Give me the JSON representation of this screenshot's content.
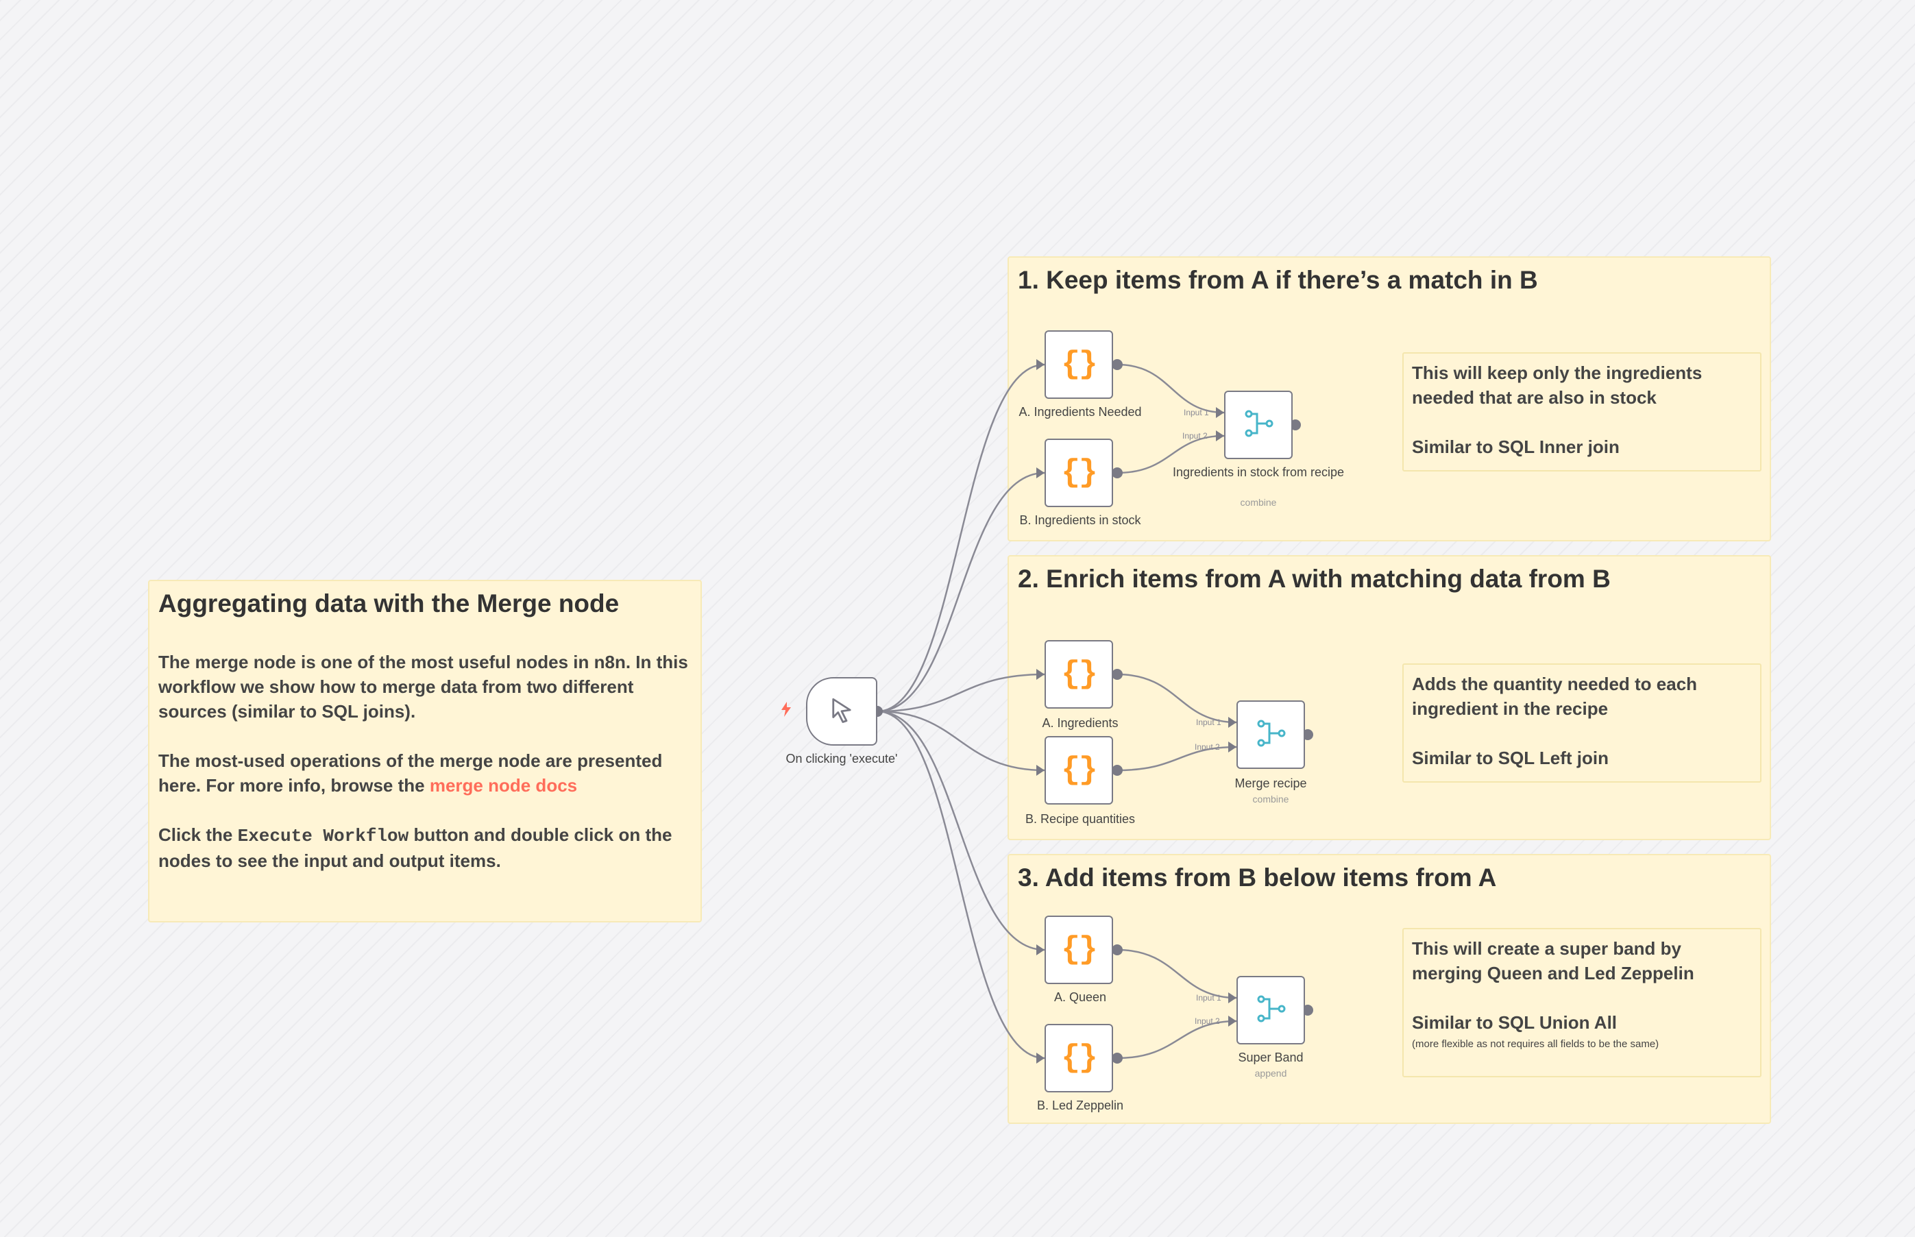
{
  "intro": {
    "title": "Aggregating data with the Merge node",
    "p1": "The merge node is one of the most useful nodes in n8n. In this workflow we show how to merge data from two different sources (similar to SQL joins).",
    "p2_pre": "The most-used operations of the merge node are presented here. For more info, browse the ",
    "p2_link": "merge node docs",
    "p3_pre": "Click the ",
    "p3_code": "Execute Workflow",
    "p3_post": " button and double click on the nodes to see the input and output items."
  },
  "trigger": {
    "label": "On clicking 'execute'",
    "icon": "cursor-icon"
  },
  "sections": [
    {
      "title": "1. Keep items from A if there’s a match in B",
      "node_a": "A. Ingredients Needed",
      "node_b": "B. Ingredients in stock",
      "merge_label": "Ingredients in stock from recipe",
      "merge_mode": "combine",
      "note_line1": "This will keep only the ingredients needed that are also in stock",
      "note_line2": "Similar to SQL Inner join",
      "note_small": ""
    },
    {
      "title": "2. Enrich items from A with matching data from B",
      "node_a": "A. Ingredients",
      "node_b": "B. Recipe quantities",
      "merge_label": "Merge recipe",
      "merge_mode": "combine",
      "note_line1": "Adds the quantity needed to each ingredient in the recipe",
      "note_line2": "Similar to SQL Left join",
      "note_small": ""
    },
    {
      "title": "3. Add items from B below items from A",
      "node_a": "A. Queen",
      "node_b": "B. Led Zeppelin",
      "merge_label": "Super Band",
      "merge_mode": "append",
      "note_line1": "This will create a super band by merging Queen and Led Zeppelin",
      "note_line2": "Similar to SQL Union All",
      "note_small": "(more flexible as not requires all fields to be the same)"
    }
  ],
  "ports": {
    "input1": "Input 1",
    "input2": "Input 2"
  },
  "glyphs": {
    "code": "{}"
  },
  "colors": {
    "accent": "#ff6d5a",
    "sticky": "#fff5d6",
    "code_icon": "#ff9b26",
    "merge_icon": "#47b5c9"
  }
}
